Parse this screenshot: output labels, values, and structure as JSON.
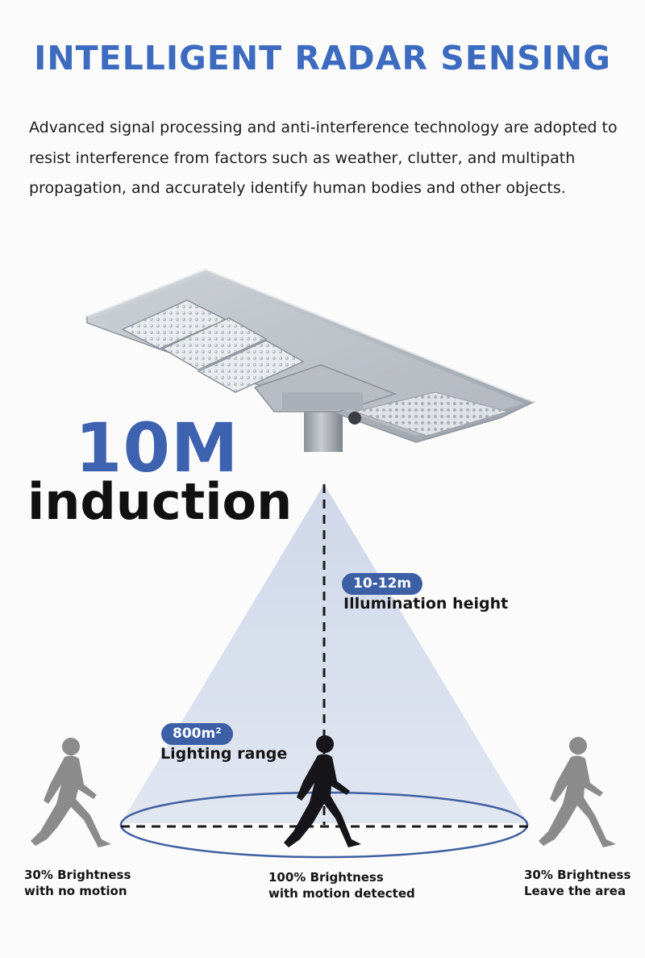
{
  "header": {
    "title": "INTELLIGENT RADAR SENSING",
    "description": "Advanced signal processing and anti-interference technology are adopted to resist interference from factors such as weather, clutter, and multipath propagation, and accurately identify human bodies and other objects."
  },
  "induction": {
    "distance": "10M",
    "label": "induction"
  },
  "height_info": {
    "value": "10-12m",
    "label": "Illumination height"
  },
  "range_info": {
    "value": "800m²",
    "label": "Lighting range"
  },
  "scenarios": [
    {
      "line1": "30% Brightness",
      "line2": "with no motion"
    },
    {
      "line1": "100% Brightness",
      "line2": "with motion detected"
    },
    {
      "line1": "30% Brightness",
      "line2": "Leave the area"
    }
  ],
  "colors": {
    "accent": "#3d6bbf",
    "pill": "#3c5fa6",
    "beam": "#d3dbea",
    "ellipse": "#3f5f9f"
  },
  "icons": [
    "solar-street-light",
    "walking-person-icon"
  ]
}
